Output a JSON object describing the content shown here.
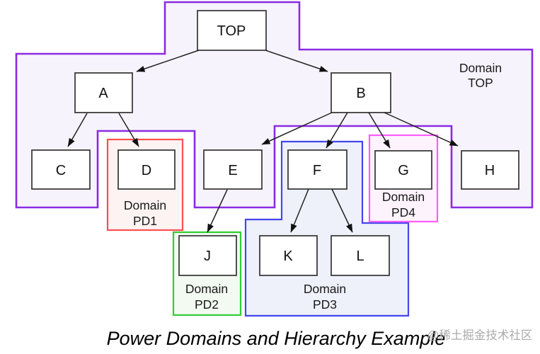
{
  "diagram": {
    "caption": "Power Domains and Hierarchy Example",
    "watermark": "@稀土掘金技术社区",
    "nodes": {
      "top": "TOP",
      "a": "A",
      "b": "B",
      "c": "C",
      "d": "D",
      "e": "E",
      "f": "F",
      "g": "G",
      "h": "H",
      "j": "J",
      "k": "K",
      "l": "L"
    },
    "edges": [
      {
        "from": "TOP",
        "to": "A"
      },
      {
        "from": "TOP",
        "to": "B"
      },
      {
        "from": "A",
        "to": "C"
      },
      {
        "from": "A",
        "to": "D"
      },
      {
        "from": "B",
        "to": "E"
      },
      {
        "from": "B",
        "to": "F"
      },
      {
        "from": "B",
        "to": "G"
      },
      {
        "from": "B",
        "to": "H"
      },
      {
        "from": "E",
        "to": "J"
      },
      {
        "from": "F",
        "to": "K"
      },
      {
        "from": "F",
        "to": "L"
      }
    ],
    "domains": {
      "top": {
        "label_line1": "Domain",
        "label_line2": "TOP",
        "color": "#8b2be2",
        "members": [
          "TOP",
          "A",
          "B",
          "C",
          "E",
          "H"
        ]
      },
      "pd1": {
        "label_line1": "Domain",
        "label_line2": "PD1",
        "color": "#ff5050",
        "members": [
          "D"
        ]
      },
      "pd2": {
        "label_line1": "Domain",
        "label_line2": "PD2",
        "color": "#33cc33",
        "members": [
          "J"
        ]
      },
      "pd3": {
        "label_line1": "Domain",
        "label_line2": "PD3",
        "color": "#4545ee",
        "members": [
          "F",
          "K",
          "L"
        ]
      },
      "pd4": {
        "label_line1": "Domain",
        "label_line2": "PD4",
        "color": "#ff5cff",
        "members": [
          "G"
        ]
      }
    }
  }
}
